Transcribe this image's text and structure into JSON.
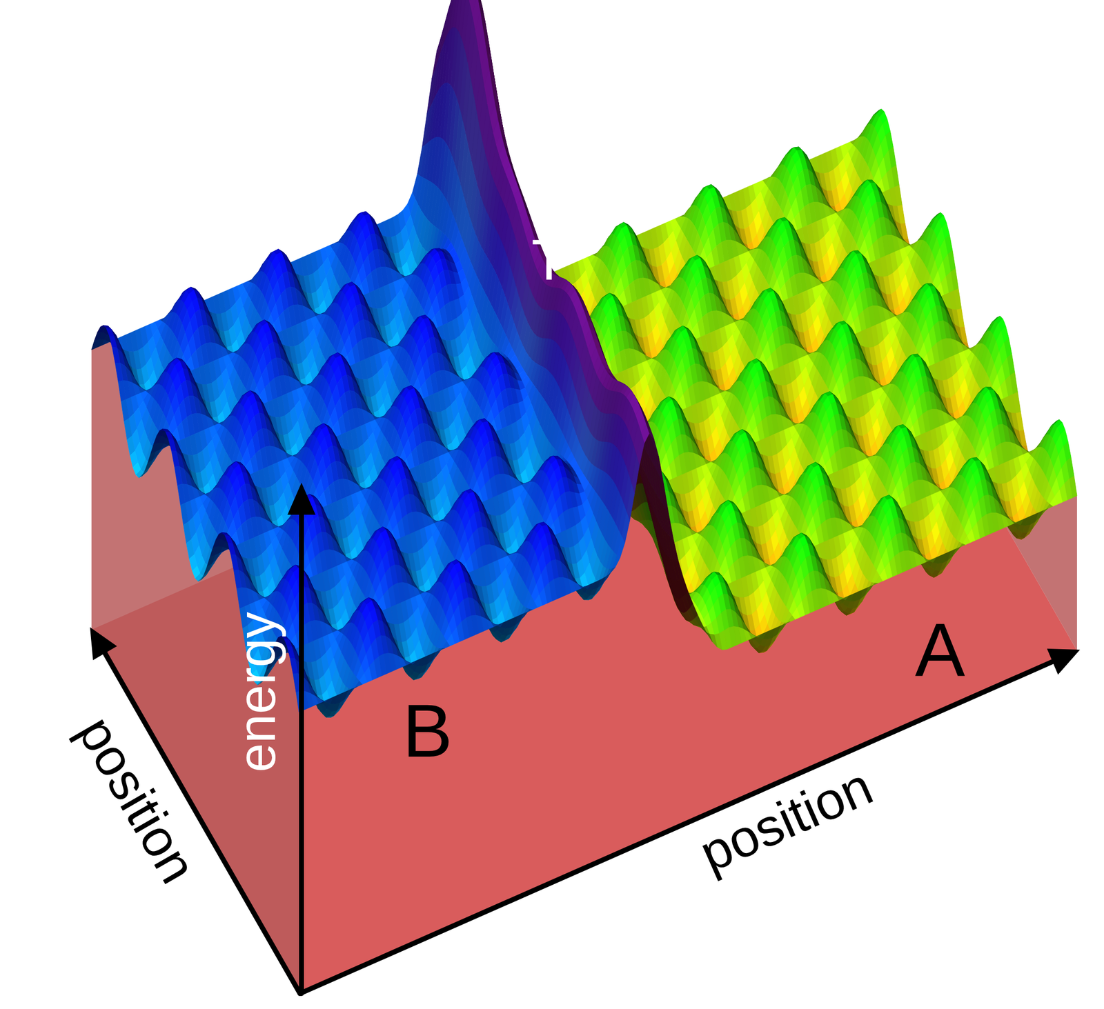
{
  "diagram": {
    "labels": [
      "T",
      "A",
      "B",
      "energy",
      "position",
      "position"
    ]
  }
}
